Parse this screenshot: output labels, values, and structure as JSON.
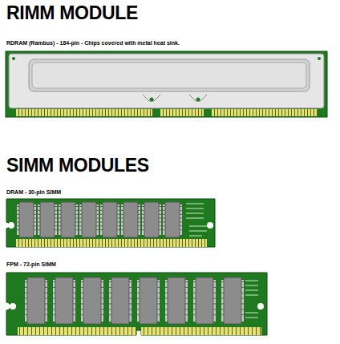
{
  "diagram": {
    "labels": [
      "RIMM MODULE",
      "RDRAM (Rambus) - 184-pin - Chips covered with metal heat sink.",
      "SIMM MODULES",
      "DRAM - 30-pin SIMM",
      "FPM - 72-pin SIMM"
    ]
  }
}
